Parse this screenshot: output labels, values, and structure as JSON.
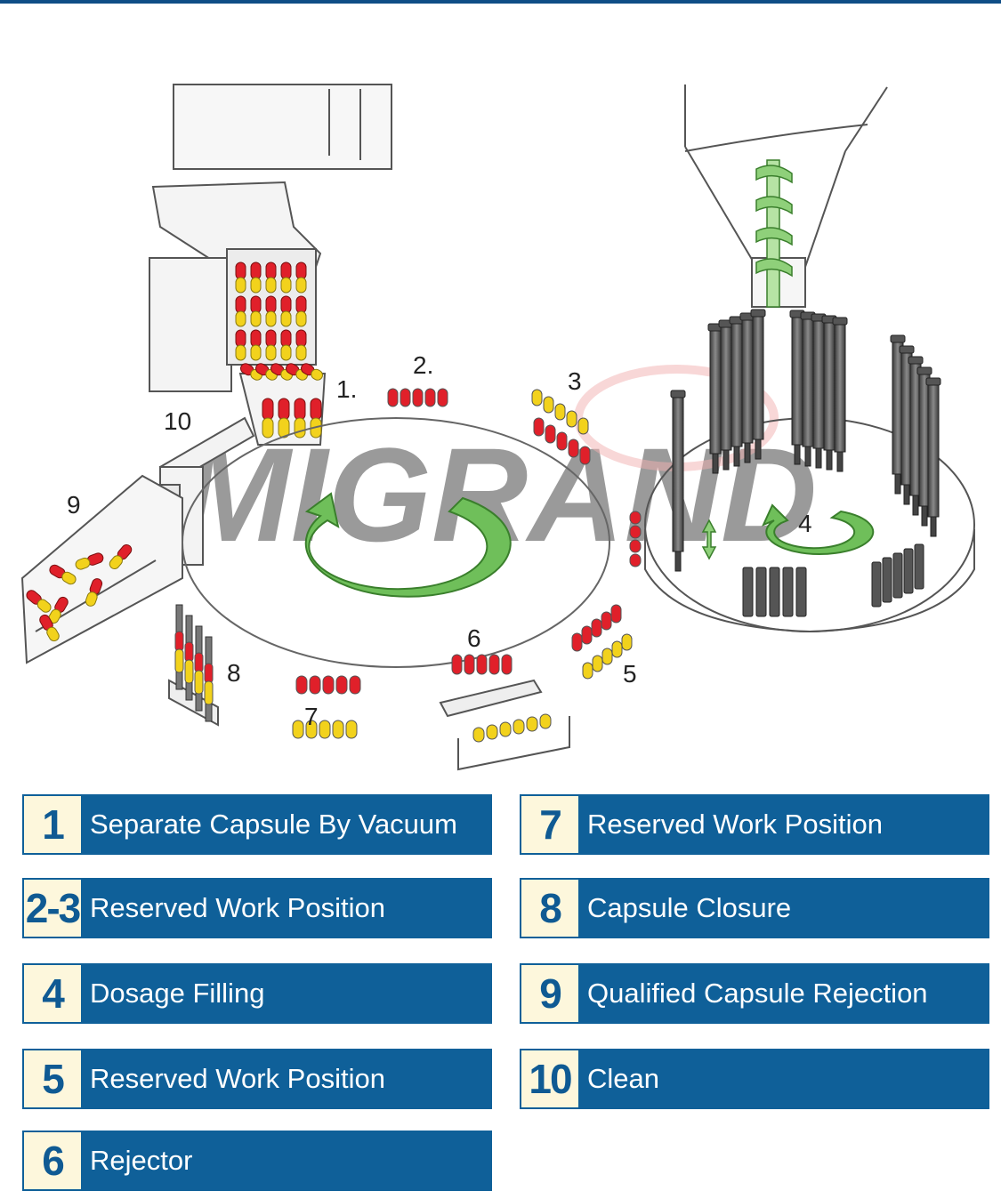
{
  "colors": {
    "accent": "#0f6099",
    "number_bg": "#fdf7dc",
    "capsule_red": "#e0202a",
    "capsule_yellow": "#f2d21c",
    "arrow_green": "#6fbf5a"
  },
  "diagram": {
    "watermark": "MIGRAND",
    "station_labels": [
      "1.",
      "2.",
      "3",
      "4",
      "5",
      "6",
      "7",
      "8",
      "9",
      "10"
    ]
  },
  "legend": [
    {
      "number": "1",
      "label": "Separate Capsule By Vacuum"
    },
    {
      "number": "2-3",
      "label": "Reserved Work Position"
    },
    {
      "number": "4",
      "label": "Dosage Filling"
    },
    {
      "number": "5",
      "label": "Reserved Work Position"
    },
    {
      "number": "6",
      "label": "Rejector"
    },
    {
      "number": "7",
      "label": "Reserved Work Position"
    },
    {
      "number": "8",
      "label": "Capsule Closure"
    },
    {
      "number": "9",
      "label": "Qualified Capsule Rejection"
    },
    {
      "number": "10",
      "label": "Clean"
    }
  ]
}
